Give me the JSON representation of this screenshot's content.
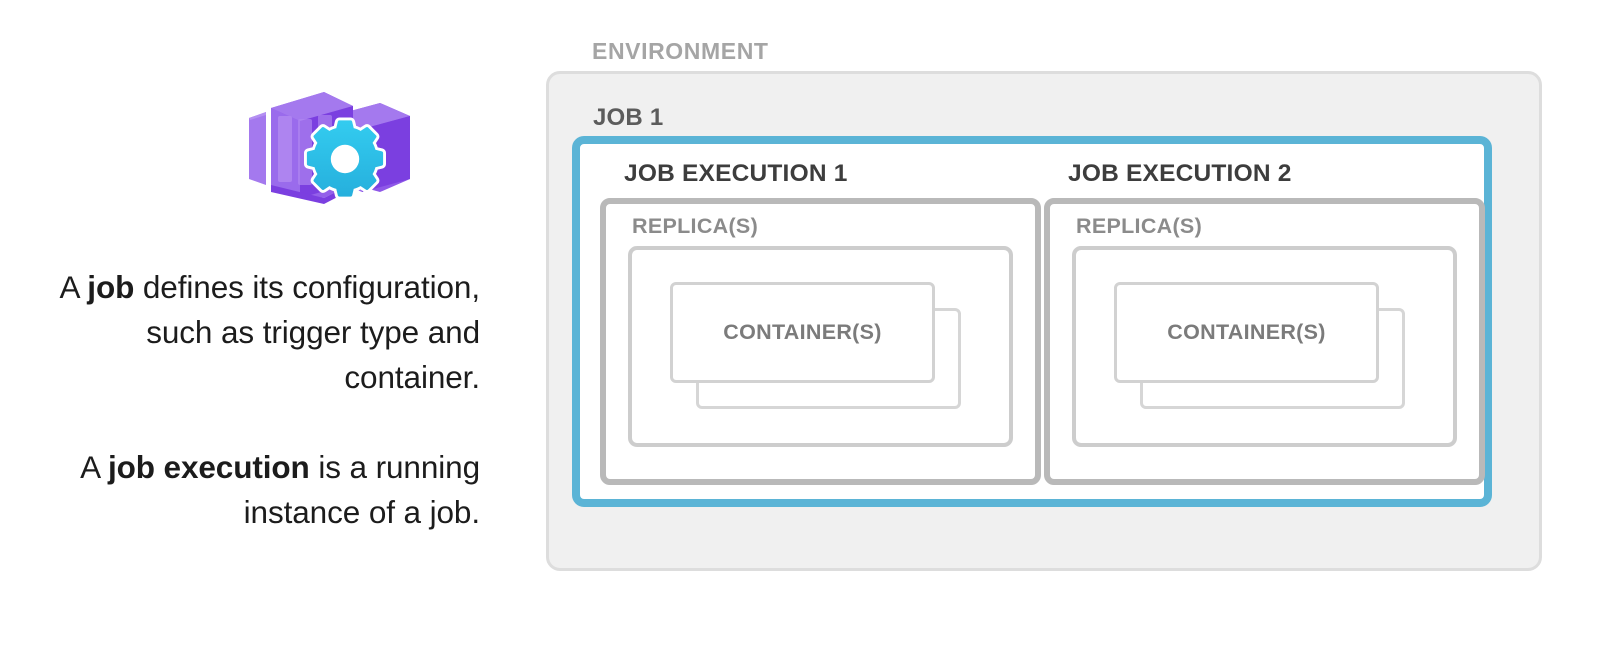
{
  "left": {
    "icon": {
      "name": "container-apps-jobs-icon",
      "cube_light": "#a479ee",
      "cube_mid": "#9460ea",
      "cube_dark": "#7b3fe0",
      "gear_top": "#2ec7ea",
      "gear_bottom": "#29b6e0",
      "gear_hole": "#ffffff"
    },
    "paragraphs": [
      {
        "before": "A ",
        "bold": "job",
        "after": " defines its configuration, such as trigger type and container."
      },
      {
        "before": "A ",
        "bold": "job execution",
        "after": " is a running instance of a job."
      }
    ]
  },
  "diagram": {
    "environment_label": "ENVIRONMENT",
    "job_label": "JOB 1",
    "colors": {
      "environment_fill": "#f0f0f0",
      "environment_border": "#dddddd",
      "job_execution_frame_border": "#5bb4d6",
      "execution_box_border": "#b9b9b9",
      "replica_box_border": "#cdcdcd",
      "container_box_border": "#d2d2d2",
      "environment_label_color": "#a5a5a5",
      "job_label_color": "#5c5c5c",
      "execution_label_color": "#3d3d3d",
      "replica_label_color": "#8b8b8b",
      "container_label_color": "#7b7b7b"
    },
    "executions": [
      {
        "label": "JOB EXECUTION 1",
        "replica_label": "REPLICA(S)",
        "container_label": "CONTAINER(S)"
      },
      {
        "label": "JOB EXECUTION 2",
        "replica_label": "REPLICA(S)",
        "container_label": "CONTAINER(S)"
      }
    ]
  }
}
